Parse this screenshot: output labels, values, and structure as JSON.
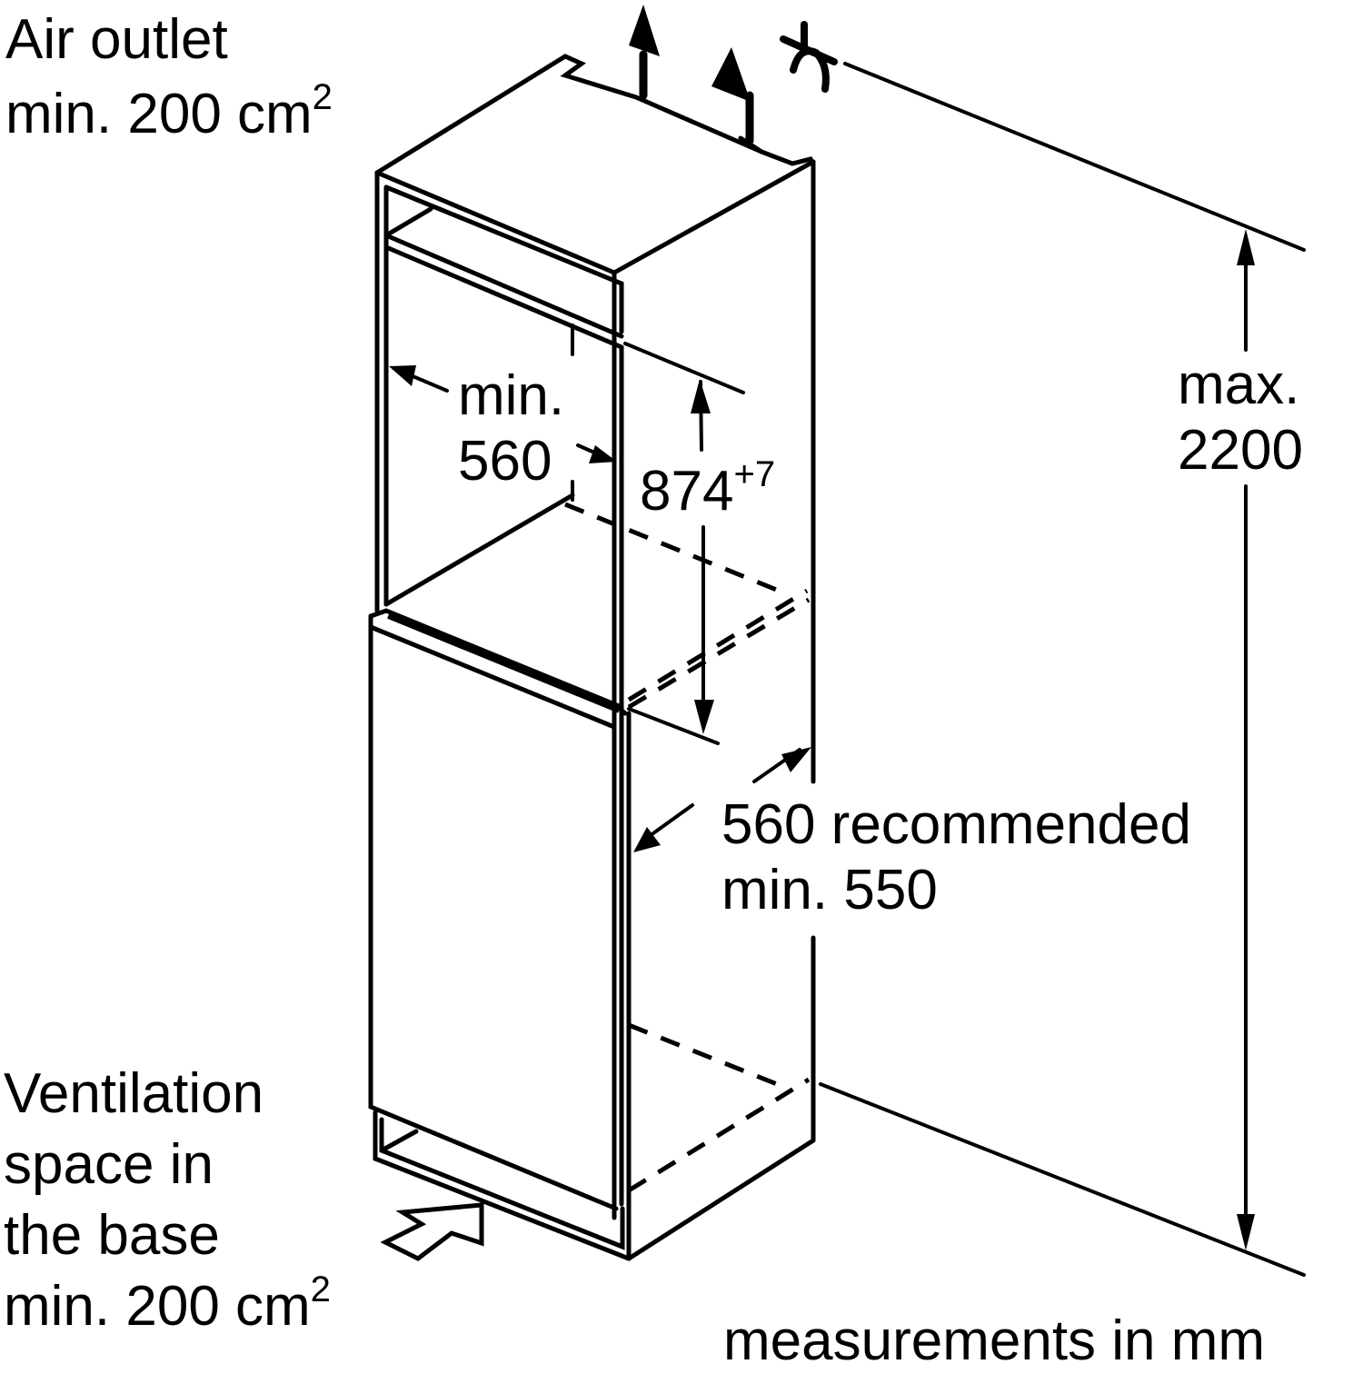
{
  "labels": {
    "air_outlet": {
      "line1": "Air outlet",
      "line2": "min. 200 cm",
      "sup": "2"
    },
    "width_min": {
      "line1": "min.",
      "line2": "560"
    },
    "niche_height": {
      "value": "874",
      "tolerance": "+7"
    },
    "max_height": {
      "line1": "max.",
      "line2": "2200"
    },
    "depth": {
      "line1": "560 recommended",
      "line2": "min. 550"
    },
    "ventilation_base": {
      "line1": "Ventilation",
      "line2": "space in",
      "line3": "the base",
      "line4": "min. 200 cm",
      "sup": "2"
    },
    "units_note": "measurements in mm"
  },
  "icons": [
    "airflow-up-arrow",
    "airflow-in-arrow",
    "ceiling-symbol"
  ],
  "colors": {
    "line": "#000000",
    "background": "#ffffff"
  }
}
